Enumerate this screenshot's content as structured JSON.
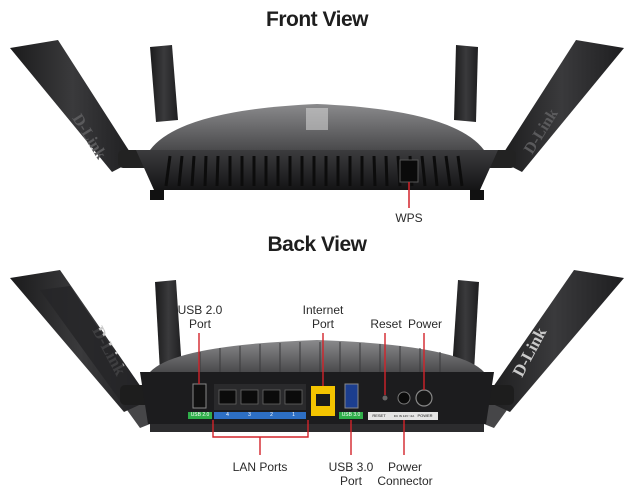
{
  "front": {
    "heading": "Front View",
    "wps_label": "WPS"
  },
  "back": {
    "heading": "Back View",
    "usb20_line1": "USB 2.0",
    "usb20_line2": "Port",
    "internet_line1": "Internet",
    "internet_line2": "Port",
    "reset_label": "Reset",
    "power_label": "Power",
    "lan_label": "LAN Ports",
    "usb30_line1": "USB 3.0",
    "usb30_line2": "Port",
    "powerconn_line1": "Power",
    "powerconn_line2": "Connector"
  },
  "device": {
    "brand": "D-Link",
    "port_usb20": "USB 2.0",
    "port_lan_numbers": [
      "4",
      "3",
      "2",
      "1"
    ],
    "port_usb30": "USB 3.0",
    "port_reset": "RESET",
    "port_dcin": "DC IN 12V⎓2A",
    "port_power": "POWER"
  },
  "colors": {
    "callout_red": "#d2232a",
    "router_body": "#2b2b2d",
    "internet_port": "#f4c400",
    "usb_green": "#2fae4a",
    "lan_blue": "#2d6fc4"
  }
}
